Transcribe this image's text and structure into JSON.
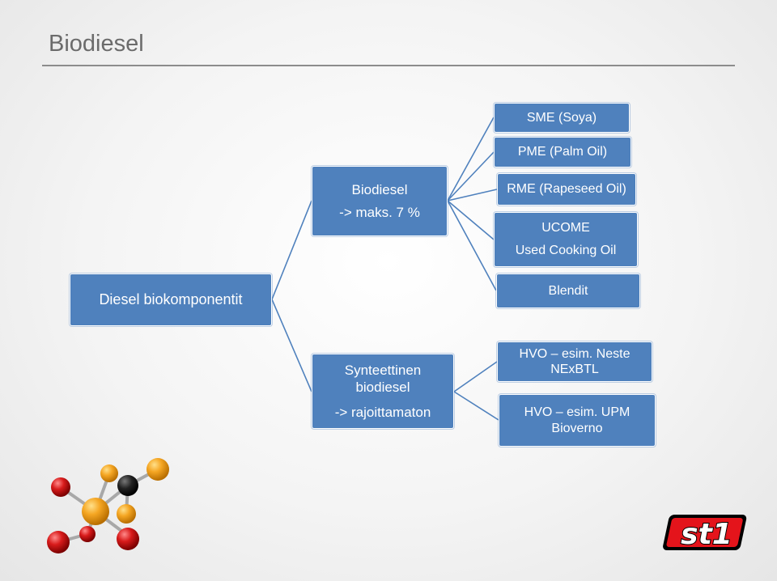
{
  "slide": {
    "title": "Biodiesel"
  },
  "diagram": {
    "root": {
      "label": "Diesel biokomponentit"
    },
    "biodiesel": {
      "line1": "Biodiesel",
      "line2": "-> maks. 7 %"
    },
    "synthetic": {
      "line1": "Synteettinen",
      "line2": "biodiesel",
      "line3": "-> rajoittamaton"
    },
    "biodiesel_children": [
      {
        "line1": "SME (Soya)"
      },
      {
        "line1": "PME (Palm Oil)"
      },
      {
        "line1": "RME (Rapeseed Oil)"
      },
      {
        "line1": "UCOME",
        "line2": "Used Cooking Oil"
      },
      {
        "line1": "Blendit"
      }
    ],
    "synthetic_children": [
      {
        "line1": "HVO – esim. Neste",
        "line2": "NExBTL"
      },
      {
        "line1": "HVO – esim. UPM",
        "line2": "Bioverno"
      }
    ]
  },
  "logo": {
    "text": "st1"
  },
  "colors": {
    "box": "#4f81bd",
    "connector": "#4f81bd",
    "title": "#6b6b6b"
  }
}
